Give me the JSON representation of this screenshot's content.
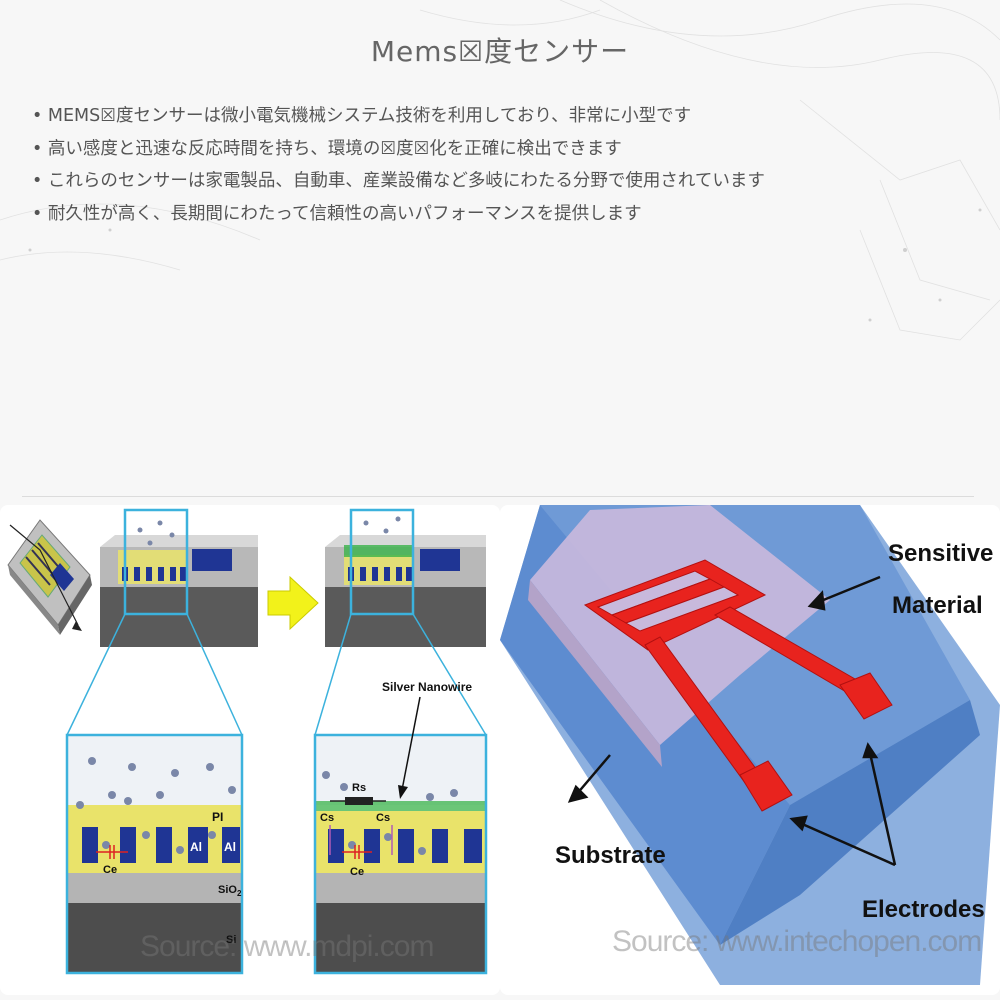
{
  "title": "Mems☒度センサー",
  "bullets": [
    "MEMS☒度センサーは微小電気機械システム技術を利用しており、非常に小型です",
    "高い感度と迅速な反応時間を持ち、環境の☒度☒化を正確に検出できます",
    "これらのセンサーは家電製品、自動車、産業設備など多岐にわたる分野で使用されています",
    "耐久性が高く、長期間にわたって信頼性の高いパフォーマンスを提供します"
  ],
  "left_figure": {
    "silver_nanowire": "Silver Nanowire",
    "pi": "PI",
    "al": "Al",
    "sio2": "SiO",
    "sio2_sub": "2",
    "si": "Si",
    "ce": "Ce",
    "rs": "Rs",
    "cs": "Cs",
    "watermark": "Source: www.mdpi.com"
  },
  "right_figure": {
    "sensitive": "Sensitive",
    "material": "Material",
    "substrate": "Substrate",
    "electrodes": "Electrodes",
    "watermark": "Source: www.intechopen.com"
  },
  "colors": {
    "electrode_red": "#e8231e",
    "substrate_blue": "#6f9ad6",
    "material_lilac": "#c8b9dc",
    "pi_yellow": "#e9e36a",
    "al_navy": "#1f3594",
    "nanowire_green": "#3ab34a",
    "arrow_yellow": "#f2f21a",
    "frame_cyan": "#3cb2dd"
  }
}
